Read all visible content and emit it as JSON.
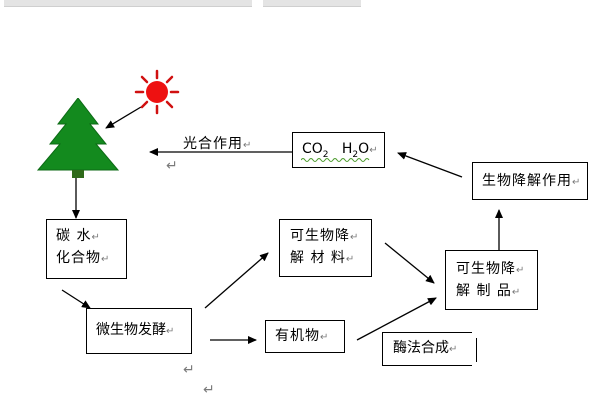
{
  "labels": {
    "photosynthesis": "光合作用",
    "co2": "CO",
    "co2_sub": "2",
    "h2o_h": "H",
    "h2o_sub": "2",
    "h2o_o": "O",
    "biodegradation": "生物降解作用",
    "carbohydrate_line1": "碳  水",
    "carbohydrate_line2": "化合物",
    "degradable_material_line1": "可生物降",
    "degradable_material_line2": "解 材 料",
    "degradable_product_line1": "可生物降",
    "degradable_product_line2": "解 制 品",
    "fermentation": "微生物发酵",
    "organic": "有机物",
    "enzymatic": "酶法合成",
    "return_mark": "↵"
  },
  "colors": {
    "tree": "#138a1e",
    "trunk": "#2f6a1a",
    "sun": "#ee1111",
    "sun_rays": "#d01010",
    "line": "#000000",
    "squiggle": "#4a9a2a"
  },
  "icons": [
    "tree-icon",
    "sun-icon"
  ]
}
